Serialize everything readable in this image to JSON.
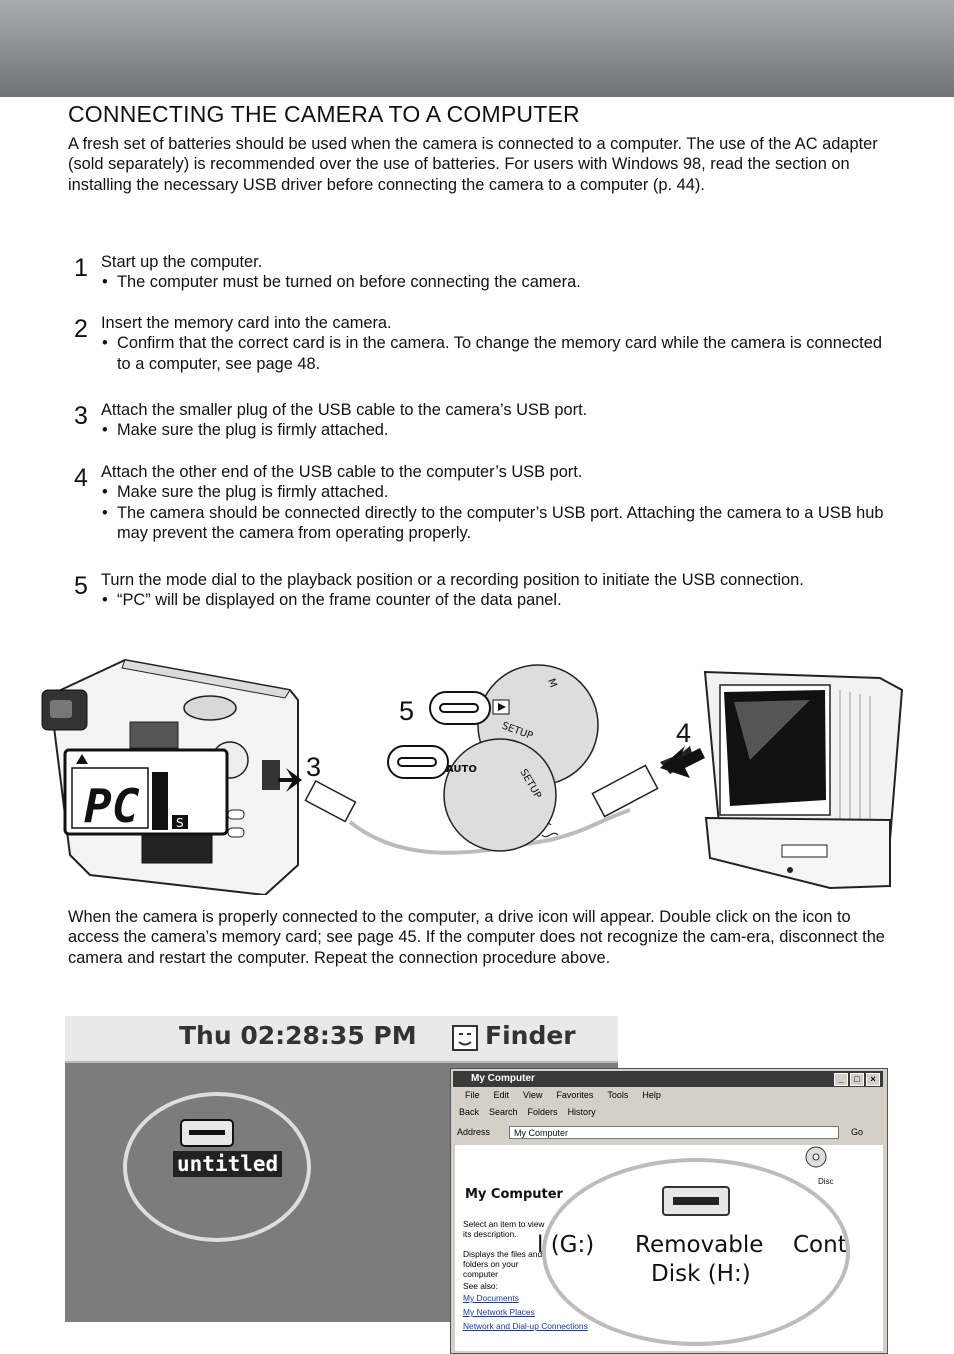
{
  "page_title": "CONNECTING THE CAMERA TO A COMPUTER",
  "intro": "A fresh set of batteries should be used when the camera is connected to a computer. The use of the AC adapter (sold separately) is recommended over the use of batteries. For users with Windows 98, read the section on installing the necessary USB driver before connecting the camera to a computer (p. 44).",
  "steps": [
    {
      "num": "1",
      "text": "Start up the computer.",
      "bullets": [
        "The computer must be turned on before connecting the camera."
      ]
    },
    {
      "num": "2",
      "text": "Insert the memory card into the camera.",
      "bullets": [
        "Confirm that the correct card is in the camera. To change the memory card while the camera is connected to a computer, see page 48."
      ]
    },
    {
      "num": "3",
      "text": "Attach the smaller plug of the USB cable to the camera’s USB port.",
      "bullets": [
        "Make sure the plug is firmly attached."
      ]
    },
    {
      "num": "4",
      "text": "Attach the other end of the USB cable to the computer’s USB port.",
      "bullets": [
        "Make sure the plug is firmly attached.",
        "The camera should be connected directly to the computer’s USB port. Attaching the camera to a USB hub may prevent the camera from operating properly."
      ]
    },
    {
      "num": "5",
      "text": "Turn the mode dial to the playback position or a recording position to initiate the USB connection.",
      "bullets": [
        "“PC” will be displayed on the frame counter of the data panel."
      ]
    }
  ],
  "illustration": {
    "callout_3": "3",
    "callout_4": "4",
    "callout_5": "5",
    "data_panel_text": "PC",
    "data_panel_s": "S",
    "dial_auto": "AUTO",
    "dial_setup": "SETUP",
    "dial_m": "M"
  },
  "after_text": "When the camera is properly connected to the computer, a drive icon will appear. Double click on the icon to access the camera’s memory card; see page 45. If the computer does not recognize the cam-era, disconnect the camera and restart the computer. Repeat the connection procedure above.",
  "mac": {
    "clock": "Thu 02:28:35 PM",
    "finder": "Finder",
    "drive_label": "untitled"
  },
  "windows": {
    "title": "My Computer",
    "menus": [
      "File",
      "Edit",
      "View",
      "Favorites",
      "Tools",
      "Help"
    ],
    "toolbar": [
      "Back",
      "Search",
      "Folders",
      "History"
    ],
    "address_label": "Address",
    "address_value": "My Computer",
    "go": "Go",
    "heading": "My Computer",
    "side1": "Select an item to view its description.",
    "side2": "Displays the files and folders on your computer",
    "see_also": "See also:",
    "links": [
      "My Documents",
      "My Network Places",
      "Network and Dial-up Connections"
    ],
    "drive_g": "l (G:)",
    "removable_line1": "Removable",
    "removable_line2": "Disk (H:)",
    "cont": "Cont",
    "disc": "Disc"
  }
}
